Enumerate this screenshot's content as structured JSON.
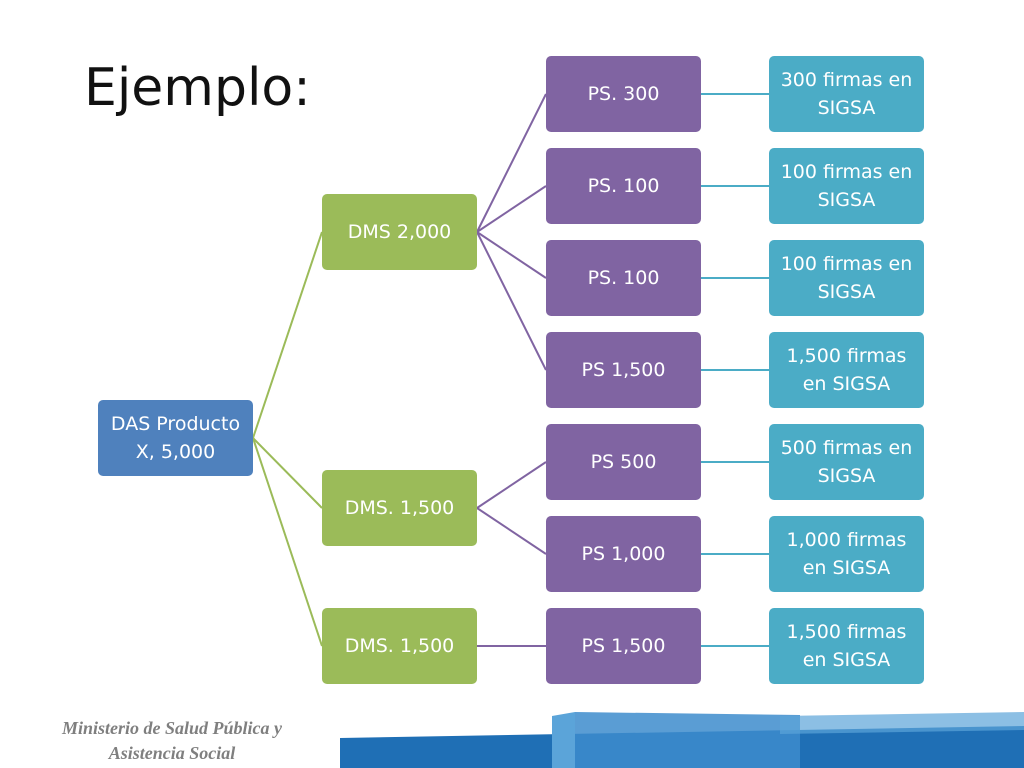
{
  "title": "Ejemplo:",
  "footer": {
    "org_line1": "Ministerio de Salud Pública y",
    "org_line2": "Asistencia Social"
  },
  "colors": {
    "root": "#4f81bd",
    "dms": "#9bbb59",
    "ps": "#8064a2",
    "sigsa": "#4bacc6",
    "footer_blue": "#1f6fb5",
    "footer_light": "#5ba4d9"
  },
  "tree": {
    "label": "DAS Producto\nX,  5,000",
    "children": [
      {
        "label": "DMS 2,000",
        "children": [
          {
            "label": "PS. 300",
            "children": [
              {
                "label": "300 firmas en\nSIGSA"
              }
            ]
          },
          {
            "label": "PS. 100",
            "children": [
              {
                "label": "100 firmas en\nSIGSA"
              }
            ]
          },
          {
            "label": "PS. 100",
            "children": [
              {
                "label": "100 firmas en\nSIGSA"
              }
            ]
          },
          {
            "label": "PS 1,500",
            "children": [
              {
                "label": "1,500 firmas\nen SIGSA"
              }
            ]
          }
        ]
      },
      {
        "label": "DMS.  1,500",
        "children": [
          {
            "label": "PS  500",
            "children": [
              {
                "label": "500 firmas en\nSIGSA"
              }
            ]
          },
          {
            "label": "PS  1,000",
            "children": [
              {
                "label": "1,000 firmas\nen SIGSA"
              }
            ]
          }
        ]
      },
      {
        "label": "DMS. 1,500",
        "children": [
          {
            "label": "PS 1,500",
            "children": [
              {
                "label": "1,500 firmas\nen SIGSA"
              }
            ]
          }
        ]
      }
    ]
  }
}
